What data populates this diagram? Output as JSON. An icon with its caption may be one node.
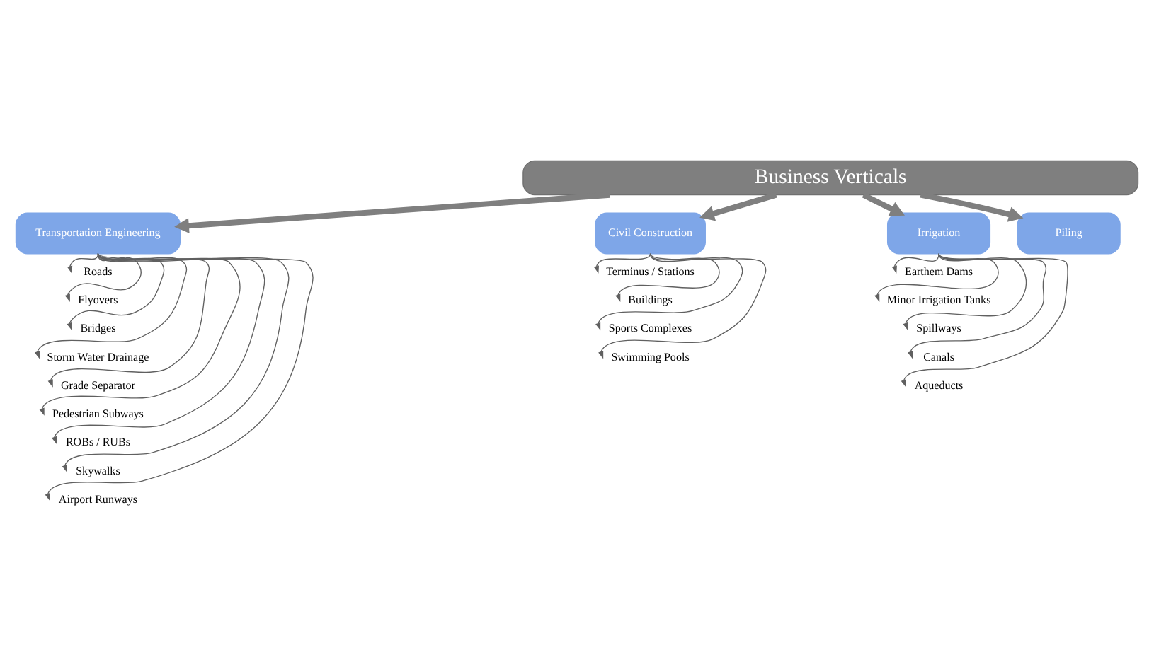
{
  "diagram": {
    "nodes": [
      {
        "text": [
          "Business Verticals"
        ]
      },
      {
        "text": [
          "Transportation Engineering"
        ]
      },
      {
        "text": [
          "Civil Construction"
        ]
      },
      {
        "text": [
          "Irrigation"
        ]
      },
      {
        "text": [
          "Piling"
        ]
      },
      {
        "text": [
          "Roads"
        ]
      },
      {
        "text": [
          "Flyovers"
        ]
      },
      {
        "text": [
          "Bridges"
        ]
      },
      {
        "text": [
          "Storm Water Drainage"
        ]
      },
      {
        "text": [
          "Grade Separator"
        ]
      },
      {
        "text": [
          "Pedestrian Subways"
        ]
      },
      {
        "text": [
          "ROBs / RUBs"
        ]
      },
      {
        "text": [
          "Skywalks"
        ]
      },
      {
        "text": [
          "Airport Runways"
        ]
      },
      {
        "text": [
          "Terminus / Stations"
        ]
      },
      {
        "text": [
          "Buildings"
        ]
      },
      {
        "text": [
          "Sports Complexes"
        ]
      },
      {
        "text": [
          "Swimming Pools"
        ]
      },
      {
        "text": [
          "Earthem Dams"
        ]
      },
      {
        "text": [
          "Minor Irrigation Tanks"
        ]
      },
      {
        "text": [
          "Spillways"
        ]
      },
      {
        "text": [
          "Canals"
        ]
      },
      {
        "text": [
          "Aqueducts"
        ]
      }
    ],
    "edges": [
      {
        "from": 0,
        "to": 1,
        "arrow": "to",
        "style": "thick",
        "color": "#7f7f7f"
      },
      {
        "from": 0,
        "to": 2,
        "arrow": "to",
        "style": "thick",
        "color": "#7f7f7f"
      },
      {
        "from": 0,
        "to": 3,
        "arrow": "to",
        "style": "thick",
        "color": "#7f7f7f"
      },
      {
        "from": 0,
        "to": 4,
        "arrow": "to",
        "style": "thick",
        "color": "#7f7f7f"
      },
      {
        "from": 1,
        "to": 5,
        "arrow": "to"
      },
      {
        "from": 1,
        "to": 6,
        "arrow": "to"
      },
      {
        "from": 1,
        "to": 7,
        "arrow": "to"
      },
      {
        "from": 1,
        "to": 8,
        "arrow": "to"
      },
      {
        "from": 1,
        "to": 9,
        "arrow": "to"
      },
      {
        "from": 1,
        "to": 10,
        "arrow": "to"
      },
      {
        "from": 1,
        "to": 11,
        "arrow": "to"
      },
      {
        "from": 1,
        "to": 12,
        "arrow": "to"
      },
      {
        "from": 1,
        "to": 13,
        "arrow": "to"
      },
      {
        "from": 2,
        "to": 14,
        "arrow": "to"
      },
      {
        "from": 2,
        "to": 15,
        "arrow": "to"
      },
      {
        "from": 2,
        "to": 16,
        "arrow": "to"
      },
      {
        "from": 2,
        "to": 17,
        "arrow": "to"
      },
      {
        "from": 3,
        "to": 18,
        "arrow": "to"
      },
      {
        "from": 3,
        "to": 19,
        "arrow": "to"
      },
      {
        "from": 3,
        "to": 20,
        "arrow": "to"
      },
      {
        "from": 3,
        "to": 21,
        "arrow": "to"
      },
      {
        "from": 3,
        "to": 22,
        "arrow": "to"
      }
    ]
  }
}
